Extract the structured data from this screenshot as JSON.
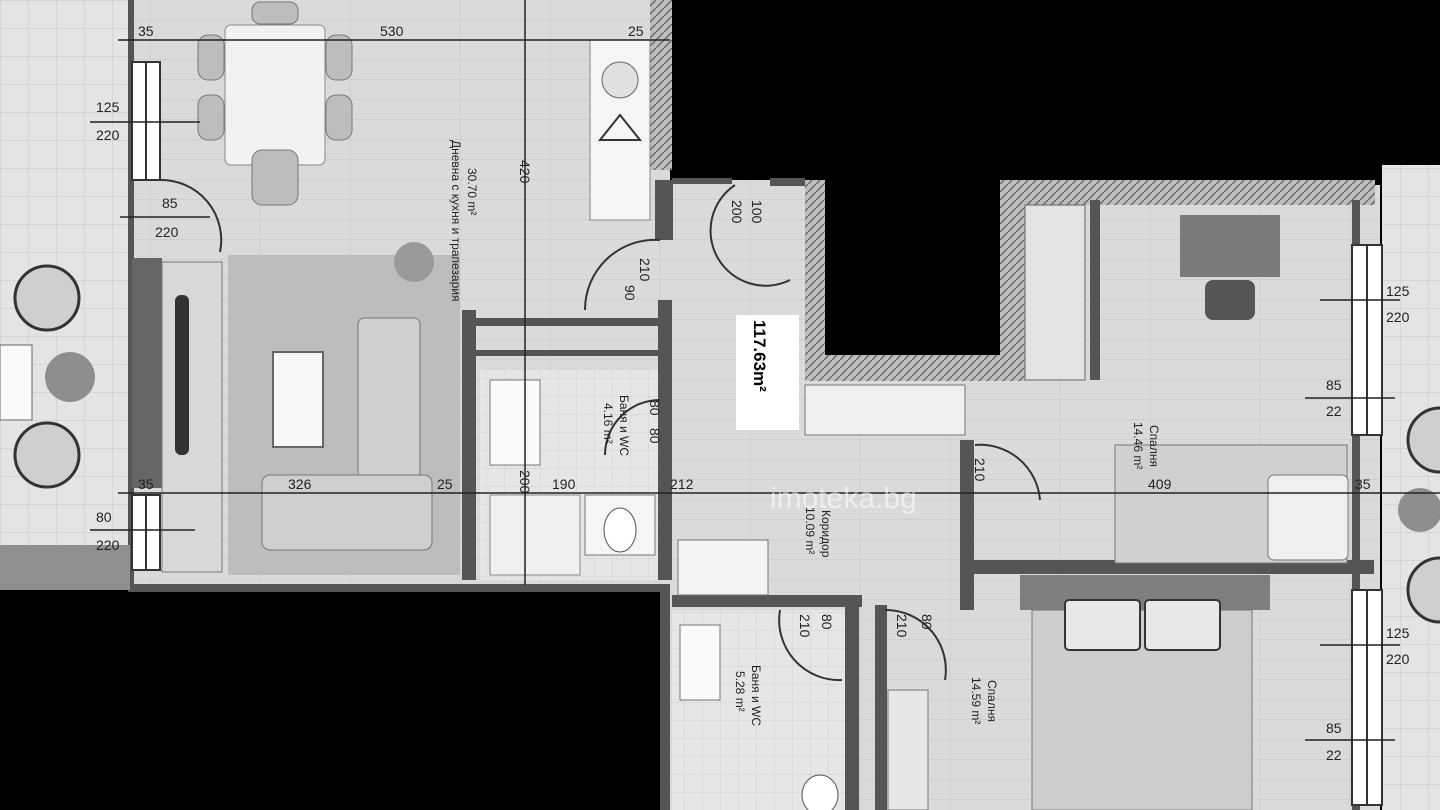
{
  "total_area": "117.63m²",
  "watermark": "imoteka.bg",
  "rooms": {
    "living": {
      "name": "Дневна с кухня и трапезария",
      "area": "30.70 m²"
    },
    "wc1": {
      "name": "Баня и WC",
      "area": "4.16 m²"
    },
    "bed1": {
      "name": "Спалня",
      "area": "14.46 m²"
    },
    "corridor": {
      "name": "Коридор",
      "area": "10.09 m²"
    },
    "bath2": {
      "name": "Баня и WC",
      "area": "5.28 m²"
    },
    "bed2": {
      "name": "Спалня",
      "area": "14.59 m²"
    }
  },
  "dims": {
    "top_35": "35",
    "top_530": "530",
    "top_25": "25",
    "win1_w": "125",
    "win1_h": "220",
    "door1_w": "85",
    "door1_h": "220",
    "win2_w": "80",
    "win2_h": "220",
    "bot_35": "35",
    "bot_326": "326",
    "bot_25": "25",
    "bot_190": "190",
    "v420": "420",
    "v200": "200",
    "d100": "100",
    "d200": "200",
    "d210a": "210",
    "d90": "90",
    "d80a": "80",
    "d80b": "80",
    "d212": "212",
    "d210b": "210",
    "d409": "409",
    "d35": "35",
    "r125a": "125",
    "r220a": "220",
    "r85a": "85",
    "r22a": "22",
    "r125b": "125",
    "r220b": "220",
    "r85b": "85",
    "r22b": "22",
    "d210c": "210",
    "d80c": "80",
    "d210d": "210",
    "d80d": "80"
  }
}
